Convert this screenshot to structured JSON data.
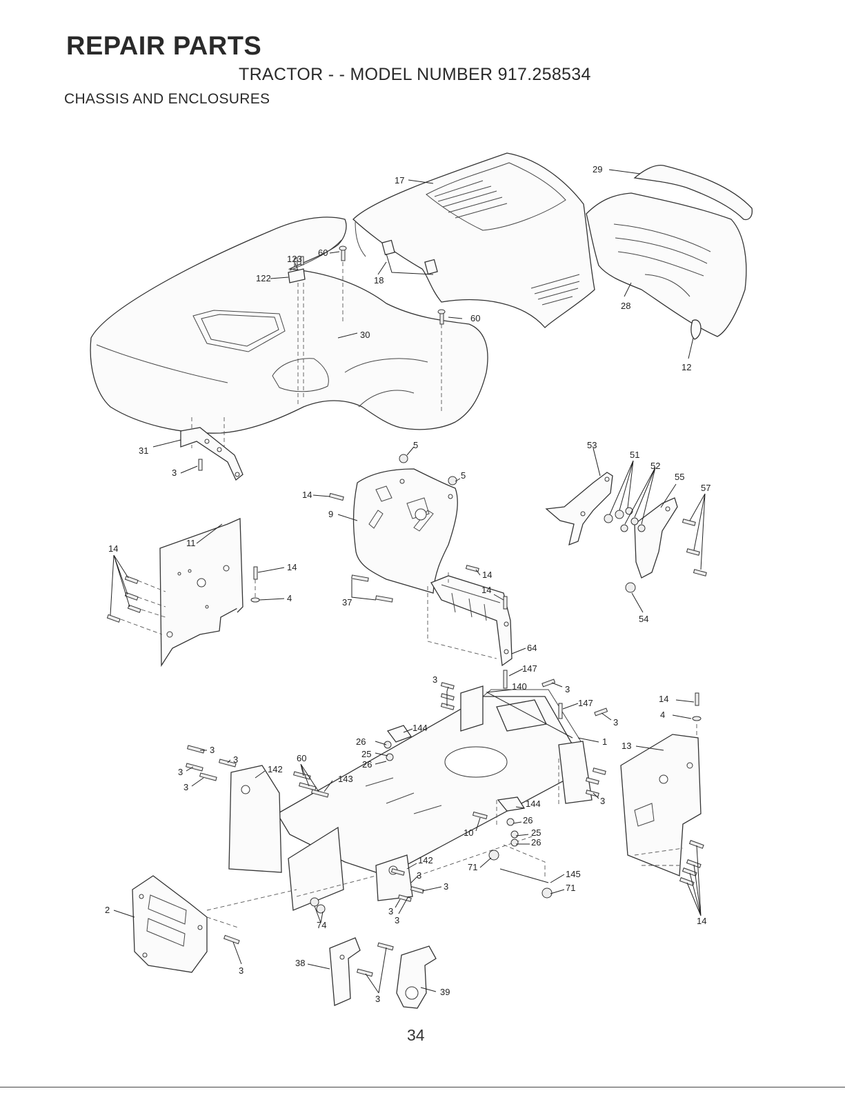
{
  "header": {
    "title": "REPAIR PARTS",
    "model_line": "TRACTOR - - MODEL NUMBER 917.258534",
    "section": "CHASSIS AND ENCLOSURES"
  },
  "callouts": [
    {
      "id": "c-17",
      "label": "17"
    },
    {
      "id": "c-29",
      "label": "29"
    },
    {
      "id": "c-123",
      "label": "123"
    },
    {
      "id": "c-60a",
      "label": "60"
    },
    {
      "id": "c-122",
      "label": "122"
    },
    {
      "id": "c-18",
      "label": "18"
    },
    {
      "id": "c-28",
      "label": "28"
    },
    {
      "id": "c-60b",
      "label": "60"
    },
    {
      "id": "c-30",
      "label": "30"
    },
    {
      "id": "c-12",
      "label": "12"
    },
    {
      "id": "c-31",
      "label": "31"
    },
    {
      "id": "c-3a",
      "label": "3"
    },
    {
      "id": "c-5a",
      "label": "5"
    },
    {
      "id": "c-5b",
      "label": "5"
    },
    {
      "id": "c-53",
      "label": "53"
    },
    {
      "id": "c-51",
      "label": "51"
    },
    {
      "id": "c-52",
      "label": "52"
    },
    {
      "id": "c-55",
      "label": "55"
    },
    {
      "id": "c-57",
      "label": "57"
    },
    {
      "id": "c-14a",
      "label": "14"
    },
    {
      "id": "c-9",
      "label": "9"
    },
    {
      "id": "c-14b",
      "label": "14"
    },
    {
      "id": "c-11",
      "label": "11"
    },
    {
      "id": "c-14c",
      "label": "14"
    },
    {
      "id": "c-4a",
      "label": "4"
    },
    {
      "id": "c-14d",
      "label": "14"
    },
    {
      "id": "c-14e",
      "label": "14"
    },
    {
      "id": "c-37",
      "label": "37"
    },
    {
      "id": "c-54",
      "label": "54"
    },
    {
      "id": "c-64",
      "label": "64"
    },
    {
      "id": "c-147a",
      "label": "147"
    },
    {
      "id": "c-3b",
      "label": "3"
    },
    {
      "id": "c-140",
      "label": "140"
    },
    {
      "id": "c-3c",
      "label": "3"
    },
    {
      "id": "c-147b",
      "label": "147"
    },
    {
      "id": "c-14f",
      "label": "14"
    },
    {
      "id": "c-4b",
      "label": "4"
    },
    {
      "id": "c-3d",
      "label": "3"
    },
    {
      "id": "c-144a",
      "label": "144"
    },
    {
      "id": "c-1",
      "label": "1"
    },
    {
      "id": "c-13",
      "label": "13"
    },
    {
      "id": "c-26a",
      "label": "26"
    },
    {
      "id": "c-25a",
      "label": "25"
    },
    {
      "id": "c-26b",
      "label": "26"
    },
    {
      "id": "c-3e",
      "label": "3"
    },
    {
      "id": "c-3f",
      "label": "3"
    },
    {
      "id": "c-3g",
      "label": "3"
    },
    {
      "id": "c-3h",
      "label": "3"
    },
    {
      "id": "c-142a",
      "label": "142"
    },
    {
      "id": "c-60c",
      "label": "60"
    },
    {
      "id": "c-143",
      "label": "143"
    },
    {
      "id": "c-144b",
      "label": "144"
    },
    {
      "id": "c-3i",
      "label": "3"
    },
    {
      "id": "c-26c",
      "label": "26"
    },
    {
      "id": "c-10",
      "label": "10"
    },
    {
      "id": "c-25b",
      "label": "25"
    },
    {
      "id": "c-26d",
      "label": "26"
    },
    {
      "id": "c-142b",
      "label": "142"
    },
    {
      "id": "c-71a",
      "label": "71"
    },
    {
      "id": "c-3j",
      "label": "3"
    },
    {
      "id": "c-3k",
      "label": "3"
    },
    {
      "id": "c-145",
      "label": "145"
    },
    {
      "id": "c-71b",
      "label": "71"
    },
    {
      "id": "c-3l",
      "label": "3"
    },
    {
      "id": "c-3m",
      "label": "3"
    },
    {
      "id": "c-2",
      "label": "2"
    },
    {
      "id": "c-74",
      "label": "74"
    },
    {
      "id": "c-14g",
      "label": "14"
    },
    {
      "id": "c-3n",
      "label": "3"
    },
    {
      "id": "c-38",
      "label": "38"
    },
    {
      "id": "c-3o",
      "label": "3"
    },
    {
      "id": "c-39",
      "label": "39"
    }
  ],
  "footer": {
    "page_number": "34"
  }
}
